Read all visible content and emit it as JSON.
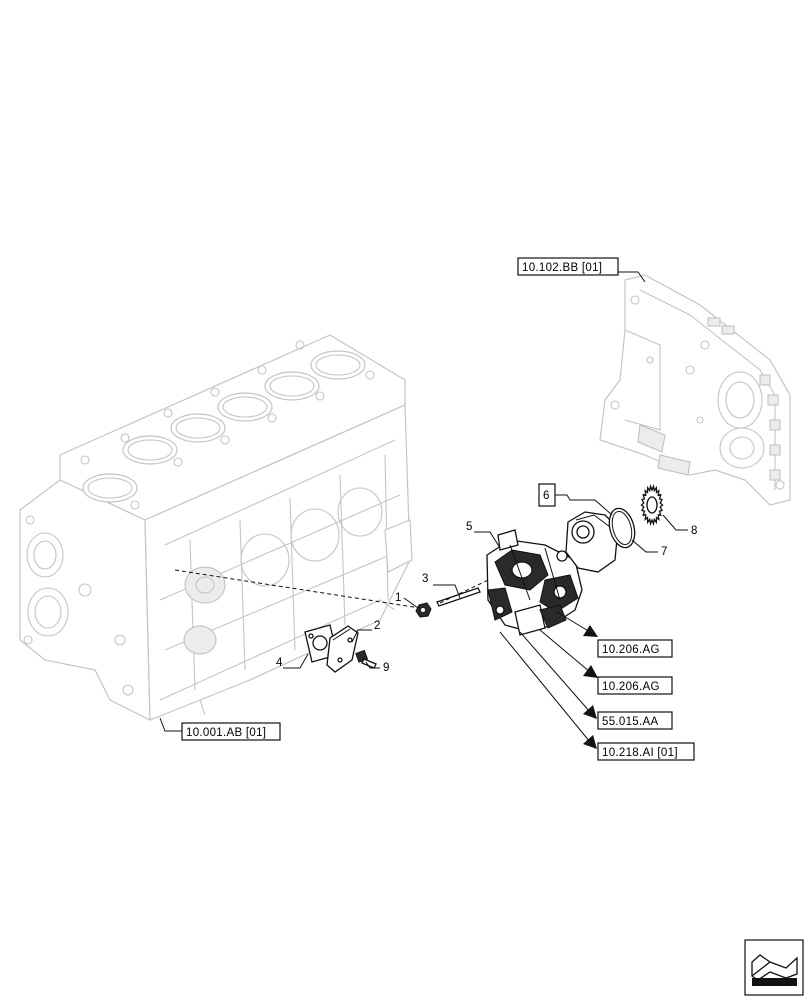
{
  "callouts": {
    "c1": "1",
    "c2": "2",
    "c3": "3",
    "c4": "4",
    "c5": "5",
    "c6": "6",
    "c7": "7",
    "c8": "8",
    "c9": "9"
  },
  "references": {
    "engine_block": "10.001.AB [01]",
    "timing_cover": "10.102.BB [01]",
    "ref_a": "10.206.AG",
    "ref_b": "10.206.AG",
    "ref_c": "55.015.AA",
    "ref_d": "10.218.AI [01]"
  },
  "icons": {
    "nav_corner": "next-page-arrow-icon"
  }
}
